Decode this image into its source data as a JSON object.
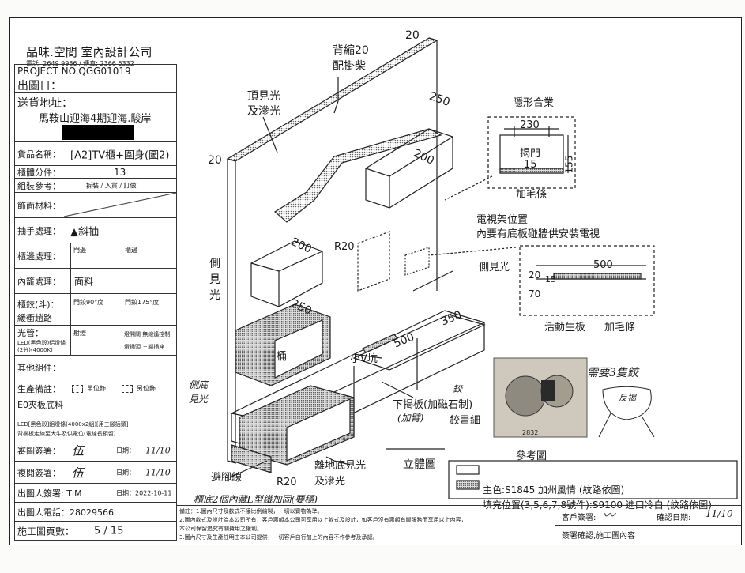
{
  "company": {
    "name": "品味.空間 室內設計公司",
    "contact": "電話: 2649 9986 / 傳真: 2366 6332"
  },
  "title_block": {
    "project_no": "PROJECT NO.QGG01019",
    "issue_date_label": "出圖日：",
    "address_label": "送貨地址：",
    "address_value": "馬鞍山迎海4期迎海.駿岸",
    "item_label": "貨品名稱：",
    "item_value": "[A2]TV櫃+圍身(圖2)",
    "parts_label": "櫃體分件：",
    "parts_value": "13",
    "assembly_label": "組裝參考：",
    "assembly_options": "拆裝 / 入貨 / 訂做",
    "facing_label": "飾面材料：",
    "handle_label": "抽手處理：",
    "handle_value": "斜抽",
    "edge_label": "櫃邊處理：",
    "edge_opt1": "門邊",
    "edge_opt2": "櫃邊",
    "inner_label": "內籠處理：",
    "inner_value": "面料",
    "hinge_label": "櫃鉸(斗)：",
    "hinge_label2": "緩衝趟路",
    "hinge_opt1": "門鉸90°度",
    "hinge_opt2": "門鉸175°度",
    "light_label": "光管：",
    "light_sub1": "LED(黑色殼)鋁燈條",
    "light_sub2": "(2分)(4000K)",
    "light_opt1": "射燈",
    "light_opt2a": "燈開關 無線遙控制",
    "light_opt2b": "燈插頭 三腳插座",
    "other_label": "其他組件：",
    "remark_label": "生產備註：",
    "remark_opt1": "單位飾",
    "remark_opt2": "另位飾",
    "remark_line2": "E0夾板底料",
    "remark_line3": "LED[黑色殼]鋁燈條(4000x2組)[用三腳插頭]",
    "remark_line4": "背欄板走線至大牛及供電位(電線長預留)",
    "review_label": "審圖簽署：",
    "review_sig": "伍",
    "review_date_label": "日期：",
    "review_date": "11/10",
    "recheck_label": "複閱簽署：",
    "recheck_sig": "伍",
    "recheck_date_label": "日期：",
    "recheck_date": "11/10",
    "drafter_label": "出圖人簽署: TIM",
    "drafter_date": "日期：2022-10-11",
    "phone_label": "出圖人電話：28029566",
    "pages_label": "施工圖頁數：",
    "pages_value": "5  /  15"
  },
  "drawing": {
    "top_dim": "20",
    "back_recess": "背縮20",
    "back_recess2": "配掛柴",
    "top_light": "頂見光",
    "top_light2": "及滲光",
    "d250a": "250",
    "d200a": "200",
    "d20_left": "20",
    "side_light": "側",
    "side_light2": "見",
    "side_light3": "光",
    "d200b": "200",
    "r20a": "R20",
    "d250b": "250",
    "bucket": "桶",
    "small_v": "小V坑",
    "d500": "500",
    "d350": "350",
    "side_light_r": "側見光",
    "tv_pos1": "電視架位置",
    "tv_pos2": "內要有底板碰牆供安裝電視",
    "hidden_hinge": "隱形合業",
    "d230": "230",
    "d155": "155",
    "pull_door": "揭門",
    "d15": "15",
    "add_strip": "加毛條",
    "d500b": "500",
    "d20b": "20",
    "d15b": "15",
    "d70": "70",
    "movable_shelf": "活動生板",
    "add_strip2": "加毛條",
    "flap": "下揭板(加磁石制)",
    "flap2": "(加臂)",
    "hinge_fine": "鉸畫細",
    "hinge_note": "鉸",
    "need_hinge": "需要3隻鉸",
    "flap_note": "反揭",
    "bottom_light": "側底",
    "bottom_light2": "見光",
    "leg_line": "避腳線",
    "floor_light": "離地底見光",
    "floor_light2": "及滲光",
    "r20b": "R20",
    "hand_note": "櫃底2個內藏L型鐵加固(要穩)",
    "photo_code": "2832",
    "ref_caption": "參考圖",
    "view_title": "立體圖",
    "legend_main": "主色:S1845 加州風情 (紋路依圖)",
    "legend_fill": "填充位置(3,5,6,7,8號件):S9100 進口冷白 (紋路依圖)"
  },
  "notes": {
    "label": "備註：",
    "n1": "1.圖內尺寸及款式不接比例繪製，一切以實物為準。",
    "n2": "2.圖內款式及設計為本公司所有，客戶惠顧本公司可享用以上款式及設計，如客戶沒有惠顧有關服務而享用以上內容，",
    "n2b": "本公司保留追究有關費用之權利。",
    "n3": "3.圖內尺寸及生產註明由本公司提供，一切客戶自行加上的內容不作參考及承認。"
  },
  "signoff": {
    "client_sign": "客戶簽署:",
    "confirm_date": "確認日期:",
    "confirm_date_val": "11/10",
    "confirm_text": "簽署確認,施工圖內容"
  }
}
